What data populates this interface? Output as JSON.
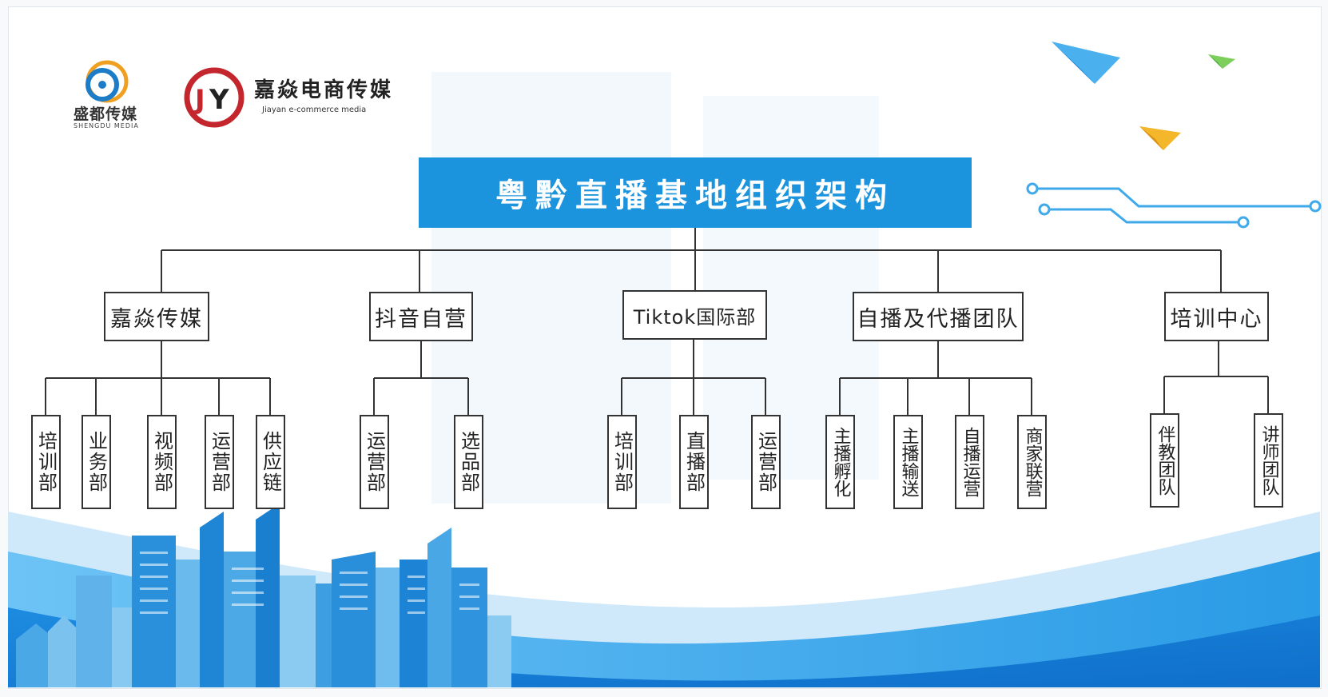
{
  "logos": [
    {
      "name": "盛都传媒",
      "subtitle": "SHENGDU MEDIA"
    },
    {
      "name": "嘉焱电商传媒",
      "subtitle": "Jiayan e-commerce media"
    }
  ],
  "title": "粤黔直播基地组织架构",
  "departments": [
    {
      "label": "嘉焱传媒",
      "children": [
        "培训部",
        "业务部",
        "视频部",
        "运营部",
        "供应链"
      ]
    },
    {
      "label": "抖音自营",
      "children": [
        "运营部",
        "选品部"
      ]
    },
    {
      "label": "Tiktok国际部",
      "children": [
        "培训部",
        "直播部",
        "运营部"
      ]
    },
    {
      "label": "自播及代播团队",
      "children": [
        "主播孵化",
        "主播输送",
        "自播运营",
        "商家联营"
      ]
    },
    {
      "label": "培训中心",
      "children": [
        "伴教团队",
        "讲师团队"
      ]
    }
  ],
  "colors": {
    "title_bg": "#1c93dd",
    "accent_blue": "#2196e8",
    "line": "#333333"
  }
}
